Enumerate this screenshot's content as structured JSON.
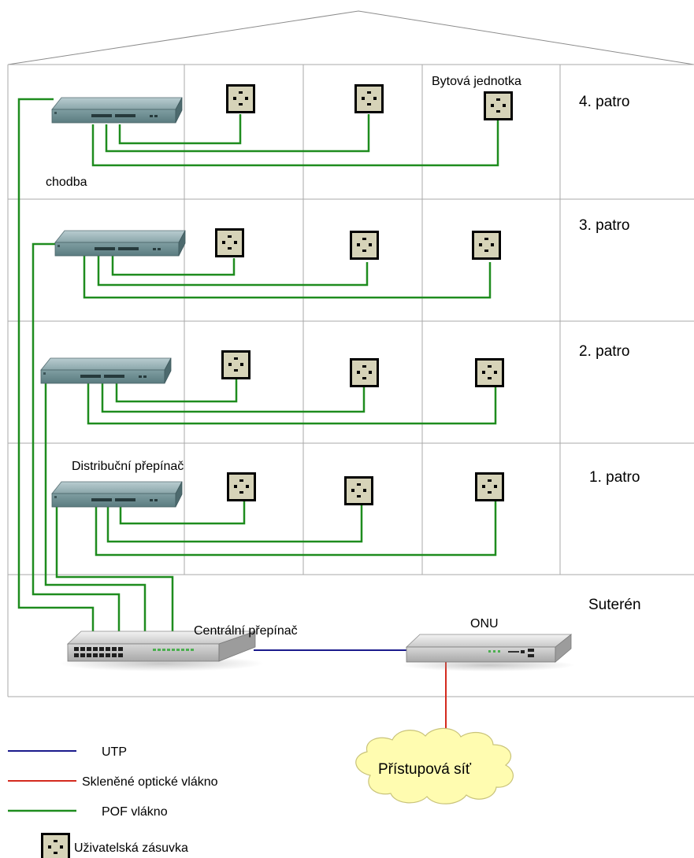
{
  "floors": [
    {
      "label": "4. patro"
    },
    {
      "label": "3. patro"
    },
    {
      "label": "2. patro"
    },
    {
      "label": "1. patro"
    },
    {
      "label": "Suterén"
    }
  ],
  "labels": {
    "corridor": "chodba",
    "apartment_unit": "Bytová jednotka",
    "distribution_switch": "Distribuční přepínač",
    "central_switch": "Centrální přepínač",
    "onu": "ONU",
    "access_network": "Přístupová síť"
  },
  "legend": [
    {
      "label": "UTP",
      "color": "#1a1a8c"
    },
    {
      "label": "Skleněné optické vlákno",
      "color": "#d42a1e"
    },
    {
      "label": "POF vlákno",
      "color": "#1e8c1e"
    },
    {
      "label": "Uživatelská zásuvka",
      "icon": "socket-icon"
    }
  ],
  "colors": {
    "utp": "#1a1a8c",
    "glass_fiber": "#d42a1e",
    "pof": "#1e8c1e",
    "socket_fill": "#d6d3b8",
    "cloud_fill": "#fffcb0",
    "switch_body": "#6e9296"
  }
}
